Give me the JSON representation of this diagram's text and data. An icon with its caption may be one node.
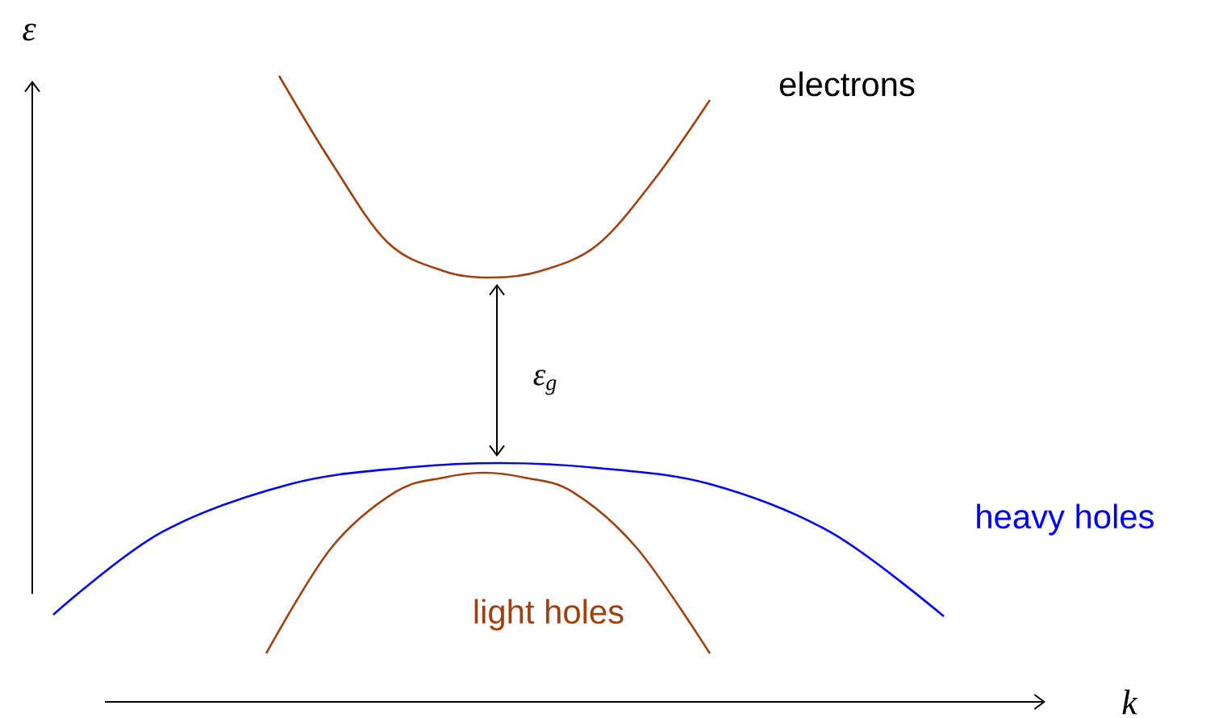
{
  "diagram": {
    "labels": [
      "ε",
      "electrons",
      "ε$_{g}$",
      "heavy holes",
      "light holes",
      "k"
    ]
  }
}
